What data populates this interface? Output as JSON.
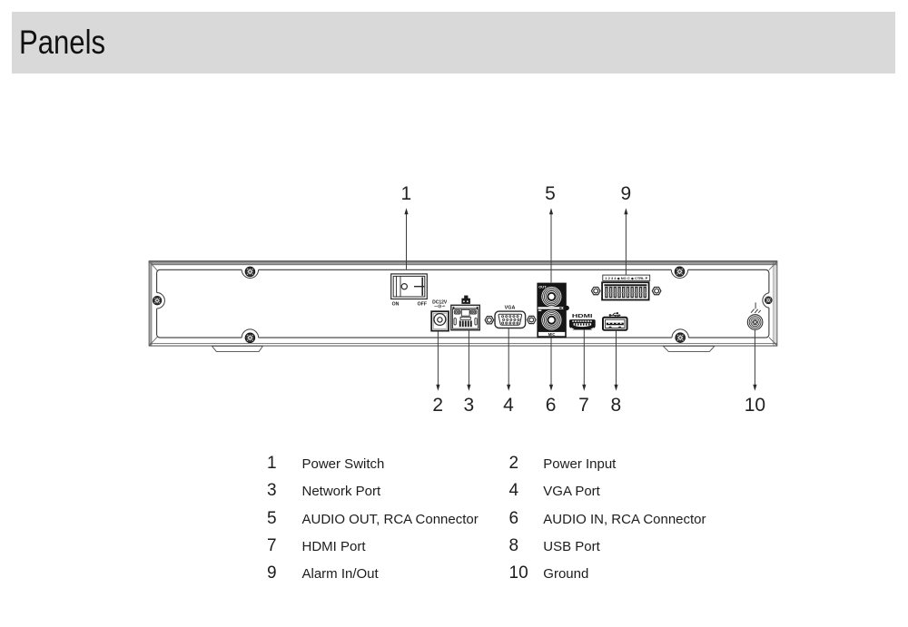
{
  "header": {
    "title": "Panels",
    "band_color": "#d9d9d9"
  },
  "diagram": {
    "device": "NVR rear panel",
    "top_callouts": [
      {
        "num": "1"
      },
      {
        "num": "5"
      },
      {
        "num": "9"
      }
    ],
    "bottom_callouts": [
      {
        "num": "2"
      },
      {
        "num": "3"
      },
      {
        "num": "4"
      },
      {
        "num": "6"
      },
      {
        "num": "7"
      },
      {
        "num": "8"
      },
      {
        "num": "10"
      }
    ],
    "labels": {
      "on": "ON",
      "off": "OFF",
      "dc12v": "DC12V",
      "vga": "VGA",
      "audio_out": "OUT",
      "mic": "MIC",
      "hdmi": "HDMI",
      "alarm_strip": "1 2 3 4 ◆ NO C ◆ CTRL P"
    },
    "line_color": "#3c3c3c",
    "fill_black": "#161616"
  },
  "legend": {
    "rows": [
      {
        "num": "1",
        "label": "Power Switch",
        "num2": "2",
        "label2": "Power Input"
      },
      {
        "num": "3",
        "label": "Network Port",
        "num2": "4",
        "label2": "VGA Port"
      },
      {
        "num": "5",
        "label": "AUDIO OUT, RCA Connector",
        "num2": "6",
        "label2": "AUDIO IN, RCA Connector"
      },
      {
        "num": "7",
        "label": "HDMI Port",
        "num2": "8",
        "label2": "USB Port"
      },
      {
        "num": "9",
        "label": "Alarm In/Out",
        "num2": "10",
        "label2": "Ground"
      }
    ]
  }
}
